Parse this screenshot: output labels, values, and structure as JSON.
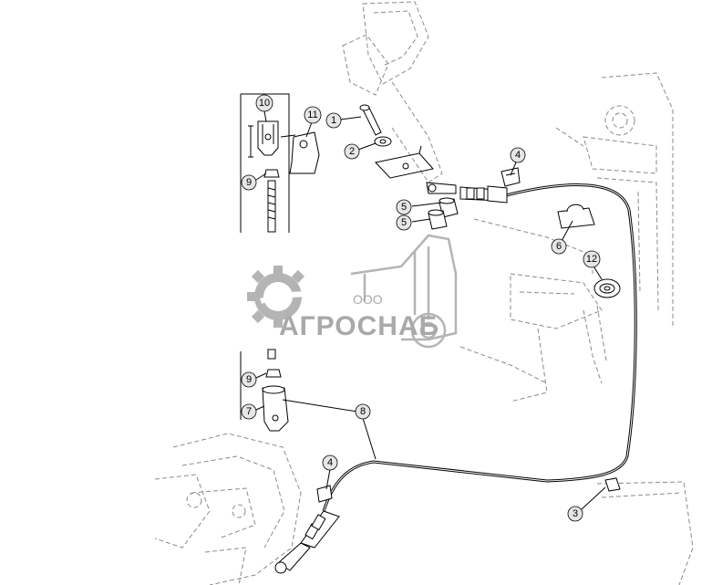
{
  "diagram": {
    "callouts": [
      {
        "id": "c1",
        "label": "1"
      },
      {
        "id": "c2",
        "label": "2"
      },
      {
        "id": "c3",
        "label": "3"
      },
      {
        "id": "c4a",
        "label": "4"
      },
      {
        "id": "c4b",
        "label": "4"
      },
      {
        "id": "c5a",
        "label": "5"
      },
      {
        "id": "c5b",
        "label": "5"
      },
      {
        "id": "c6",
        "label": "6"
      },
      {
        "id": "c7",
        "label": "7"
      },
      {
        "id": "c8",
        "label": "8"
      },
      {
        "id": "c9a",
        "label": "9"
      },
      {
        "id": "c9b",
        "label": "9"
      },
      {
        "id": "c10",
        "label": "10"
      },
      {
        "id": "c11",
        "label": "11"
      },
      {
        "id": "c12",
        "label": "12"
      }
    ]
  },
  "watermark": {
    "company_prefix": "ООО",
    "brand": "АГРОСНАБ",
    "icon": "gear-combine-harvester-logo"
  },
  "colors": {
    "line": "#000000",
    "ghost_line": "#8a8a8a",
    "watermark": "#8d8d8d",
    "part_fill": "#ffffff"
  }
}
